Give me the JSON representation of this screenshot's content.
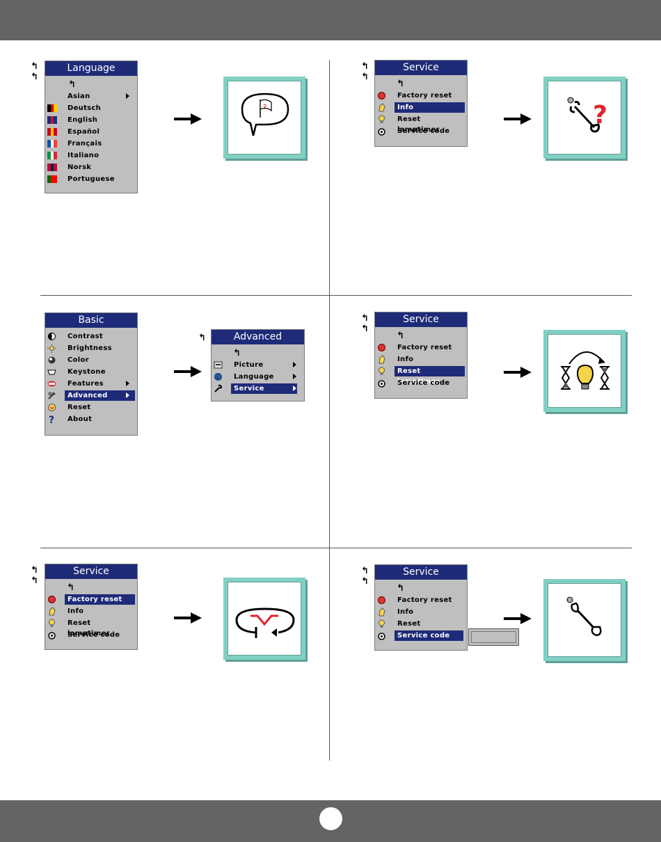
{
  "panels": {
    "language": {
      "title": "Language",
      "items": [
        "Asian",
        "Deutsch",
        "English",
        "Español",
        "Français",
        "Italiano",
        "Norsk",
        "Portuguese"
      ]
    },
    "service_info": {
      "title": "Service",
      "items": [
        "Factory reset",
        "Info",
        "Reset lamptimer",
        "Service code"
      ],
      "selected": "Info"
    },
    "basic": {
      "title": "Basic",
      "items": [
        "Contrast",
        "Brightness",
        "Color",
        "Keystone",
        "Features",
        "Advanced",
        "Reset",
        "About"
      ],
      "selected": "Advanced"
    },
    "advanced": {
      "title": "Advanced",
      "items": [
        "Picture",
        "Language",
        "Service"
      ],
      "selected": "Service"
    },
    "service_lamp": {
      "title": "Service",
      "items": [
        "Factory reset",
        "Info",
        "Reset lamptimer",
        "Service code"
      ],
      "selected": "Reset lamptimer"
    },
    "service_factory": {
      "title": "Service",
      "items": [
        "Factory reset",
        "Info",
        "Reset lamptimer",
        "Service code"
      ],
      "selected": "Factory reset"
    },
    "service_code": {
      "title": "Service",
      "items": [
        "Factory reset",
        "Info",
        "Reset lamptimer",
        "Service code"
      ],
      "selected": "Service code"
    }
  },
  "icons": {
    "back": "return-arrow-icon",
    "language_illustration": "speech-bubble-flag-icon",
    "info_illustration": "wrench-question-icon",
    "lamp_illustration": "hourglass-lamp-icon",
    "factory_illustration": "reset-loop-icon",
    "service_code_illustration": "wrench-icon"
  },
  "colors": {
    "menu_title_bg": "#1e2b78",
    "menu_bg": "#bfbfbf",
    "illustration_frame": "#82cfc4",
    "bars": "#646464"
  }
}
